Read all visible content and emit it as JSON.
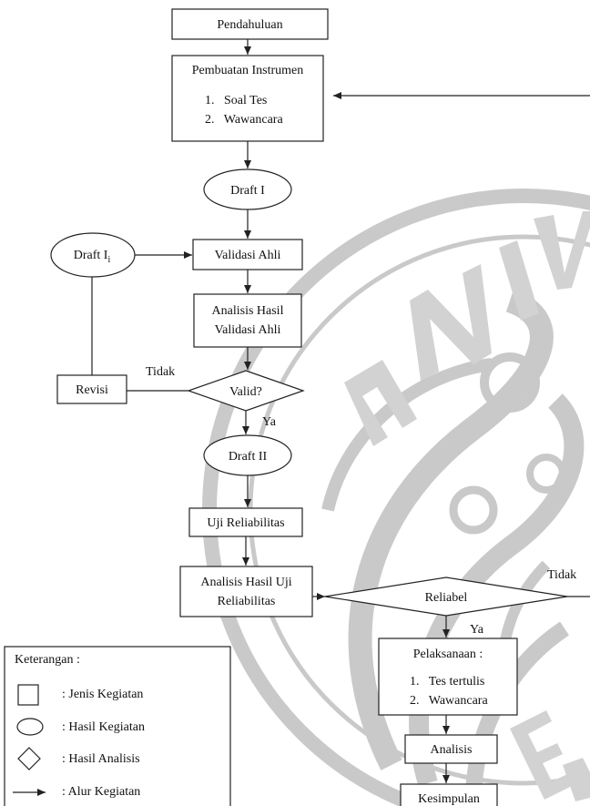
{
  "nodes": {
    "pendahuluan": "Pendahuluan",
    "pembuatan_title": "Pembuatan Instrumen",
    "pembuatan_items": [
      "1.   Soal Tes",
      "2.   Wawancara"
    ],
    "draft1": "Draft I",
    "draft1i_base": "Draft I",
    "draft1i_sub": "i",
    "validasi": "Validasi Ahli",
    "analisis_validasi": [
      "Analisis Hasil",
      "Validasi Ahli"
    ],
    "revisi": "Revisi",
    "valid": "Valid?",
    "draft2": "Draft II",
    "uji": "Uji Reliabilitas",
    "analisis_uji": [
      "Analisis Hasil Uji",
      "Reliabilitas"
    ],
    "reliabel": "Reliabel",
    "pelaksanaan_title": "Pelaksanaan :",
    "pelaksanaan_items": [
      "1.   Tes tertulis",
      "2.   Wawancara"
    ],
    "analisis": "Analisis",
    "kesimpulan": "Kesimpulan"
  },
  "labels": {
    "tidak_valid": "Tidak",
    "ya_valid": "Ya",
    "tidak_reliabel": "Tidak",
    "ya_reliabel": "Ya"
  },
  "legend": {
    "title": "Keterangan :",
    "items": [
      {
        "icon": "rectangle-icon",
        "text": ": Jenis Kegiatan"
      },
      {
        "icon": "ellipse-icon",
        "text": ": Hasil Kegiatan"
      },
      {
        "icon": "diamond-icon",
        "text": ": Hasil Analisis"
      },
      {
        "icon": "arrow-icon",
        "text": ": Alur Kegiatan"
      }
    ]
  },
  "watermark": {
    "text": "UNIVERSITAS NEGERI"
  }
}
